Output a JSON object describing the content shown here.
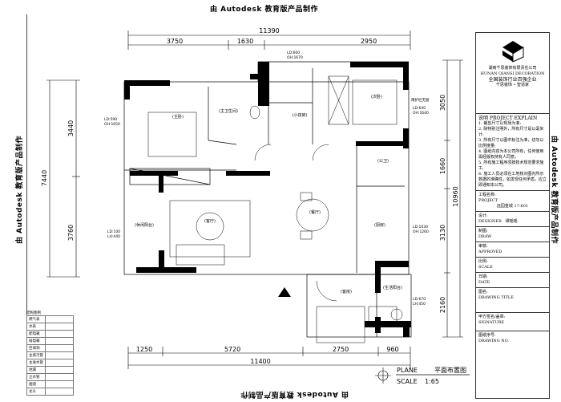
{
  "watermark": "由 Autodesk 教育版产品制作",
  "dimensions": {
    "top": [
      "3750",
      "1630",
      "2950"
    ],
    "top_total": "11390",
    "left": [
      "3440",
      "3760"
    ],
    "left_total": "7440",
    "right": [
      "3050",
      "1660",
      "3130",
      "2160"
    ],
    "right_total": "10960",
    "bottom": [
      "1250",
      "5720",
      "2750",
      "960"
    ],
    "bottom_total": "11400"
  },
  "rooms": {
    "master_bedroom": "(主卧)",
    "master_bath": "(主卫生间)",
    "study": "(小孩房)",
    "second_bedroom": "(次卧)",
    "public_bath": "(公卫)",
    "leisure_balcony": "(休闲阳台)",
    "living": "(客厅)",
    "dining": "(餐厅)",
    "kitchen": "(厨房)",
    "guest": "(客房)",
    "utility_balcony": "(生活阳台)"
  },
  "window_notes": {
    "n1": [
      "LD:590",
      "OH:1650"
    ],
    "n2": [
      "LD:600",
      "OH:1670"
    ],
    "n3_title": "南护栏无窗",
    "n3": [
      "LD:640",
      "OH:1640"
    ],
    "n4": [
      "LD:100",
      "LH:440"
    ],
    "n5": [
      "LD:1030",
      "OH:1260"
    ],
    "n6": [
      "LD:670",
      "LH:450"
    ]
  },
  "plan_title": {
    "name": "PLANE",
    "scale_label": "SCALE",
    "scale": "1:65",
    "cn_title": "平面布置图"
  },
  "legend": {
    "title": "结构图例",
    "items": [
      "燃气表",
      "水表",
      "配电箱",
      "弱电箱",
      "空调洞",
      "主排污管",
      "主进水管",
      "地漏",
      "立水管",
      "烟道",
      "龙头"
    ]
  },
  "title_block": {
    "company": [
      "湖南千思装饰有限责任公司",
      "HUNAN QIANSI DECORATION",
      "全国装饰行业百强企业",
      "千思装饰 • 智造家"
    ],
    "explain_title": "说明 PROJECT EXPLAIN",
    "notes": [
      "1. 裁剪尺寸以现场为准;",
      "2. 除特别注明外，所有尺寸是以毫米计;",
      "3. 所有尺寸以图中标注为准，切勿以比例度量;",
      "4. 图纸内容为本公司所有，任何使用需经版权持有人同意。",
      "5. 所有施工程序须按技术规范要求施工;",
      "6. 施工人员必须在工地核对图内所示数据的准确性，如发现任何矛盾，应立即通知本公司。"
    ],
    "project_label": "工程名称:",
    "project_label_en": "PROJECT",
    "project_value": "远园金城 17-601",
    "designer_label": "设计:",
    "designer_label_en": "DESIGNER",
    "designer_value": "谭瑶瑶",
    "draw_label": "制图:",
    "draw_label_en": "DRAW",
    "approved_label": "审核:",
    "approved_label_en": "APPROVED",
    "scale_label": "比例:",
    "scale_label_en": "SCALE",
    "date_label": "日期:",
    "date_label_en": "DATE",
    "title_label": "图名:",
    "title_label_en": "DRAWING TITLE",
    "signature_label": "甲方签名/盖章:",
    "signature_label_en": "SIGNATURE",
    "drawing_no_label": "图纸序号:",
    "drawing_no_label_en": "DRAWING NO."
  }
}
